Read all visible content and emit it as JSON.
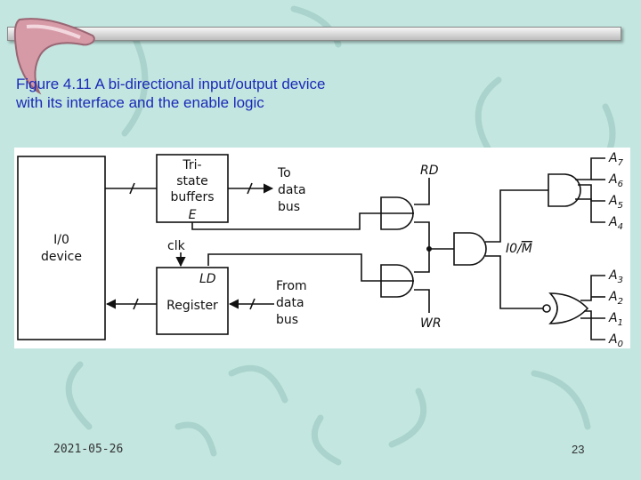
{
  "caption": {
    "line1": "Figure 4.11 A bi-directional input/output device",
    "line2": "with its interface and the enable logic"
  },
  "diagram": {
    "io_device": [
      "I/0",
      "device"
    ],
    "tristate": [
      "Tri-",
      "state",
      "buffers"
    ],
    "enable": "E",
    "clk": "clk",
    "ld": "LD",
    "register": "Register",
    "to_bus": [
      "To",
      "data",
      "bus"
    ],
    "from_bus": [
      "From",
      "data",
      "bus"
    ],
    "rd": "RD",
    "wr": "WR",
    "iom": "I0/",
    "iom_bar": "M",
    "addr": {
      "a7": {
        "l": "A",
        "s": "7"
      },
      "a6": {
        "l": "A",
        "s": "6"
      },
      "a5": {
        "l": "A",
        "s": "5"
      },
      "a4": {
        "l": "A",
        "s": "4"
      },
      "a3": {
        "l": "A",
        "s": "3"
      },
      "a2": {
        "l": "A",
        "s": "2"
      },
      "a1": {
        "l": "A",
        "s": "1"
      },
      "a0": {
        "l": "A",
        "s": "0"
      }
    }
  },
  "footer": {
    "date": "2021-05-26",
    "page": "23"
  }
}
